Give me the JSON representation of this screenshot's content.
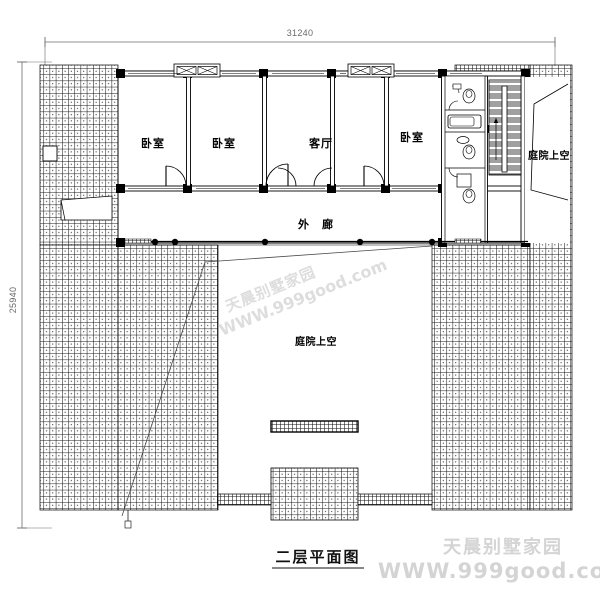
{
  "drawing": {
    "title": "二层平面图",
    "type": "architectural-floor-plan",
    "units": "mm"
  },
  "dimensions": {
    "top": {
      "value": "31240",
      "orientation": "horizontal"
    },
    "left": {
      "value": "25940",
      "orientation": "vertical"
    }
  },
  "rooms": [
    {
      "id": "bedroom-1",
      "label": "卧室"
    },
    {
      "id": "bedroom-2",
      "label": "卧室"
    },
    {
      "id": "living-room",
      "label": "客厅"
    },
    {
      "id": "bedroom-3",
      "label": "卧室"
    },
    {
      "id": "veranda",
      "label": "外　廊"
    },
    {
      "id": "courtyard-void-right",
      "label": "庭院上空"
    },
    {
      "id": "courtyard-void-main",
      "label": "庭院上空"
    }
  ],
  "watermark": {
    "brand": "天晨别墅家园",
    "url": "WWW.999good.com",
    "diagonal_brand": "天晨别墅家园",
    "diagonal_url": "WWW.999good.com"
  },
  "colors": {
    "line": "#000000",
    "hatch": "#1a1a1a",
    "dimension": "#6b6b6b",
    "watermark": "#d4d4d4",
    "background": "#ffffff"
  }
}
